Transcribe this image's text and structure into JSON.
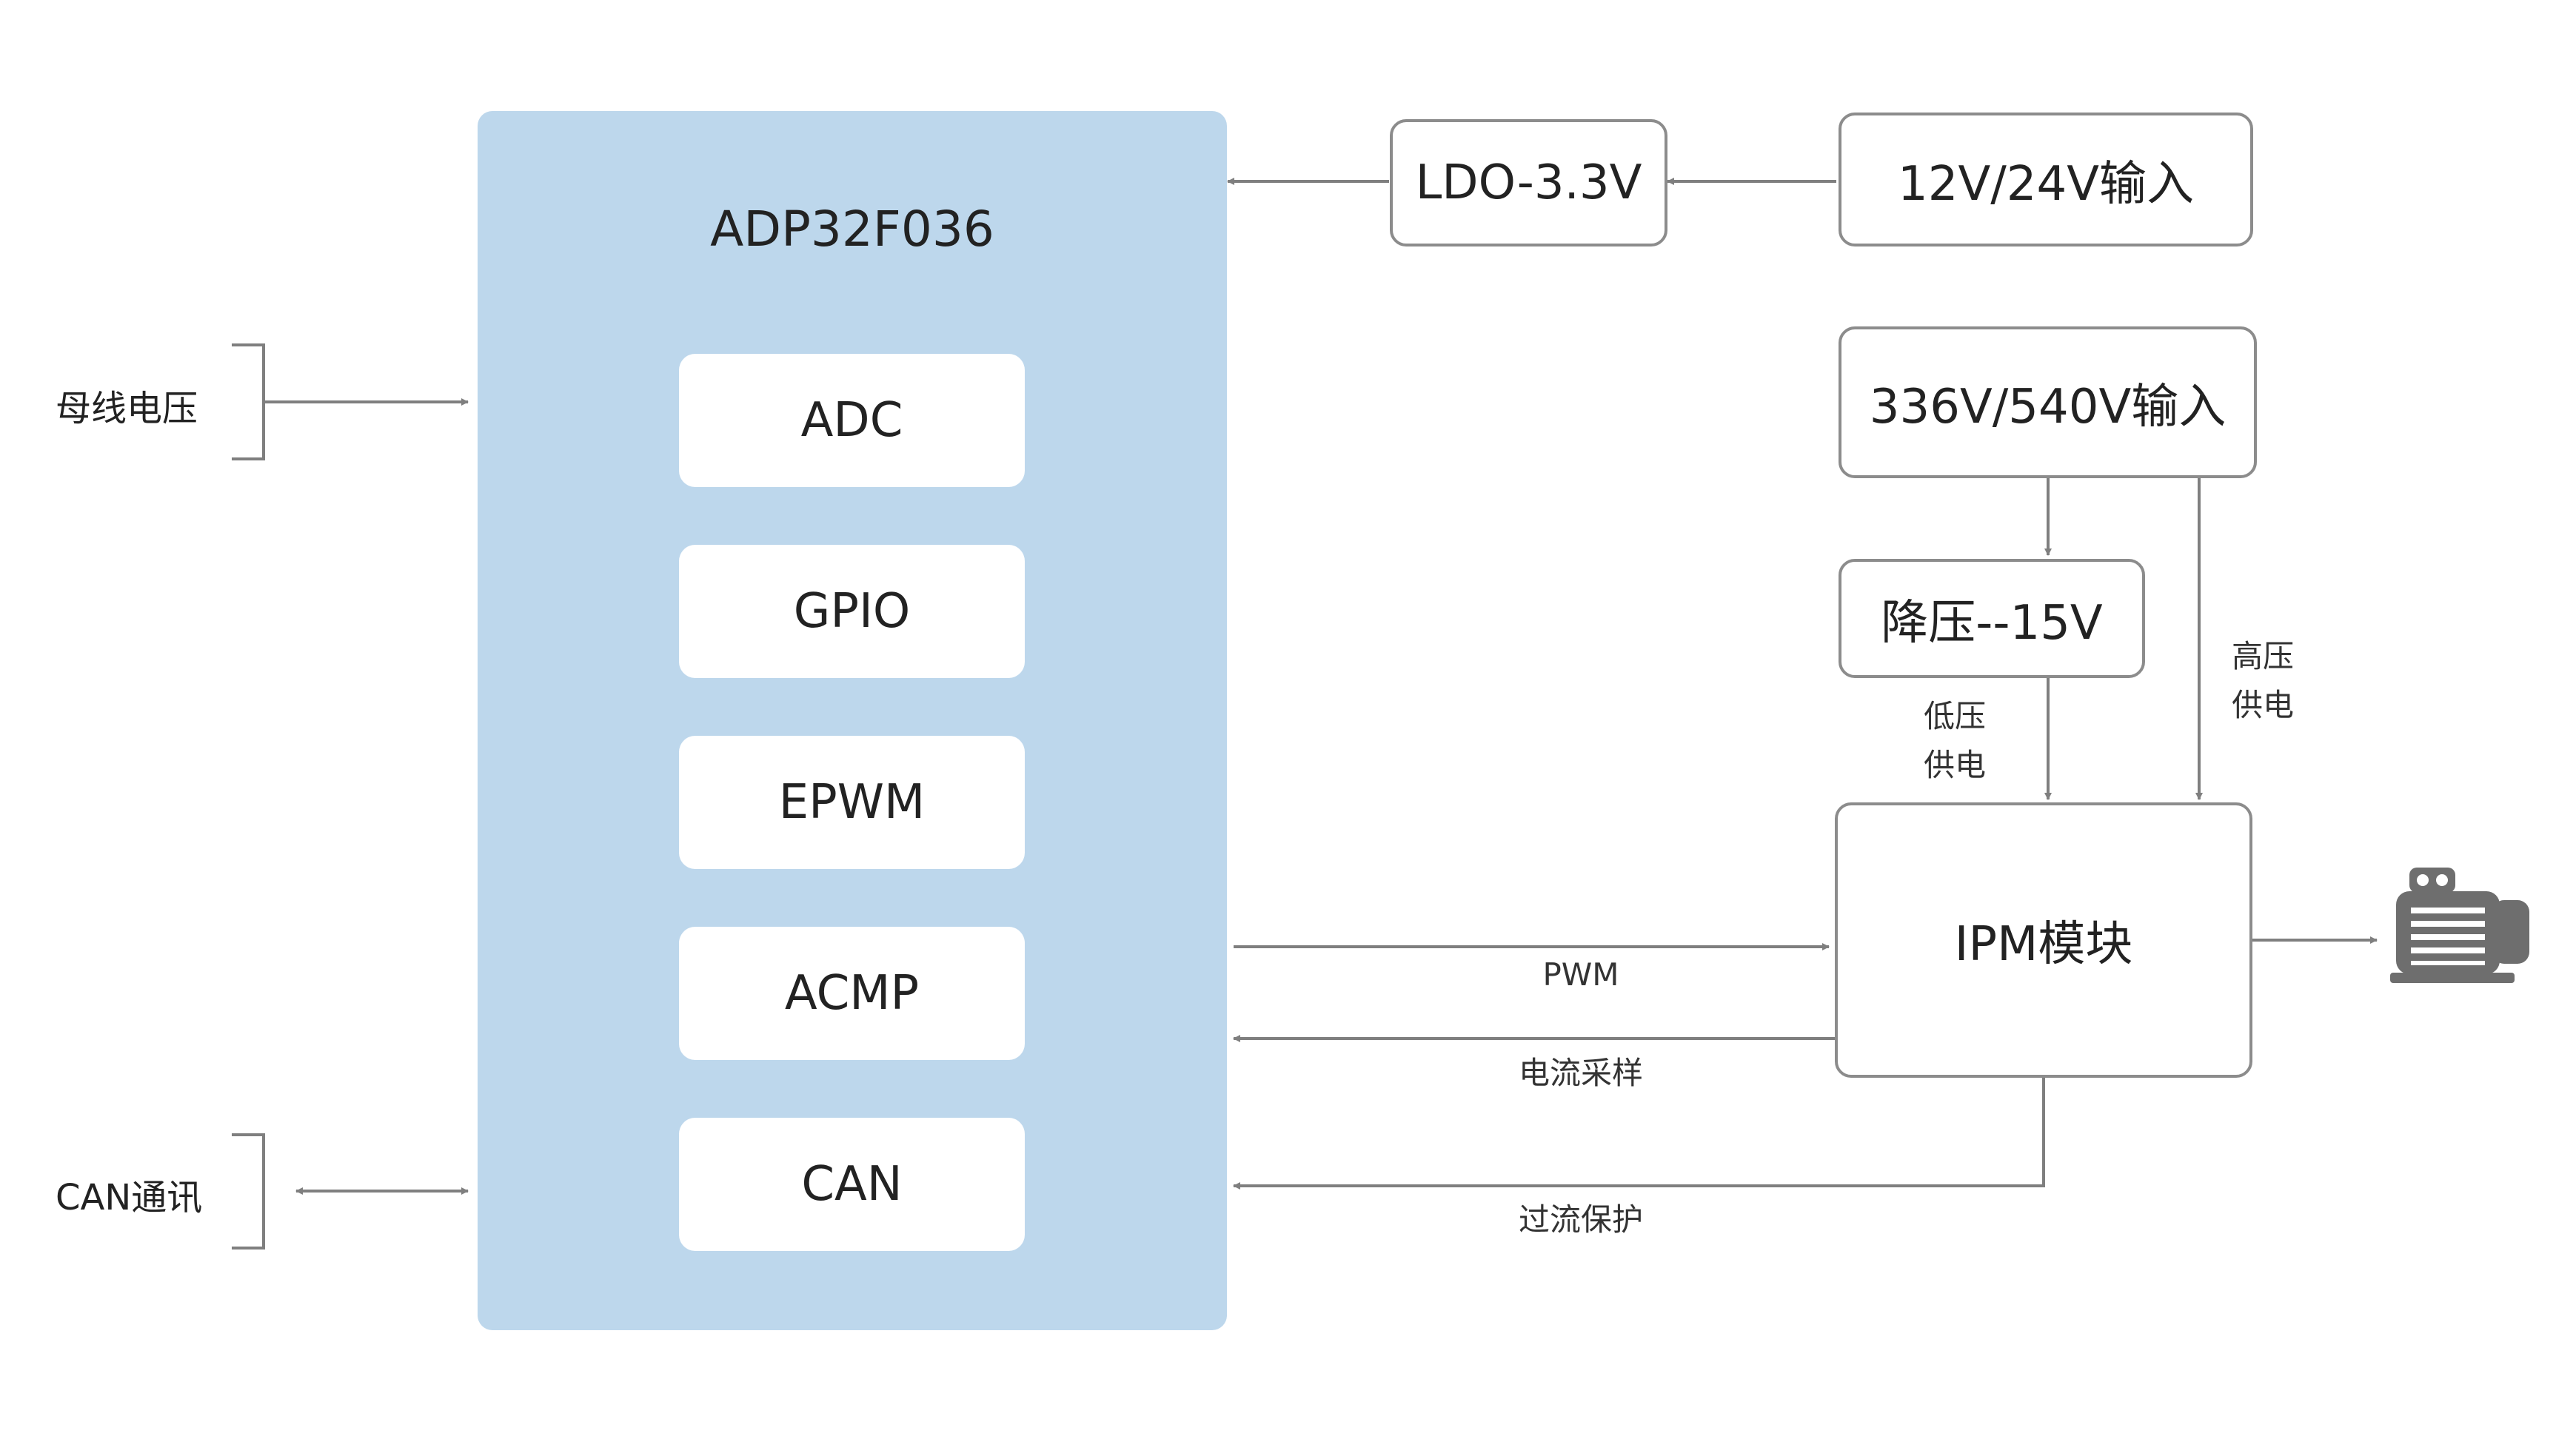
{
  "mcu": {
    "title": "ADP32F036",
    "modules": [
      "ADC",
      "GPIO",
      "EPWM",
      "ACMP",
      "CAN"
    ]
  },
  "power": {
    "ldo": "LDO-3.3V",
    "input_low": "12V/24V输入",
    "input_high": "336V/540V输入",
    "buck": "降压--15V",
    "low_supply_line1": "低压",
    "low_supply_line2": "供电",
    "high_supply_line1": "高压",
    "high_supply_line2": "供电"
  },
  "ipm": {
    "label": "IPM模块"
  },
  "signals": {
    "pwm": "PWM",
    "current_sample": "电流采样",
    "over_current": "过流保护"
  },
  "external": {
    "bus_voltage": "母线电压",
    "can_comm": "CAN通讯"
  },
  "colors": {
    "mcu_fill": "#bdd7ec",
    "line": "#7f7f7f",
    "box_border": "#8c8c8c",
    "motor": "#6e6e6e"
  },
  "icons": {
    "motor": "motor-icon"
  }
}
